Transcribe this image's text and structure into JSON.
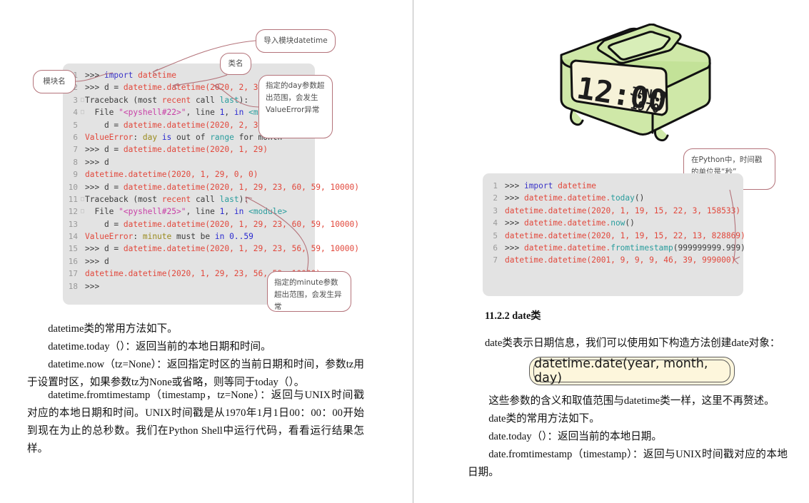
{
  "document": {
    "type": "textbook-page-spread",
    "divider_color": "#b9b9b9"
  },
  "left_page": {
    "code_block": {
      "name": "datetime-exception-shell-session",
      "background": "#e3e3e3",
      "lines": [
        {
          "n": "1",
          "mark": "",
          "tokens": [
            {
              "t": ">>> ",
              "c": "def"
            },
            {
              "t": "import",
              "c": "kw"
            },
            {
              "t": " ",
              "c": "def"
            },
            {
              "t": "datetime",
              "c": "name"
            }
          ]
        },
        {
          "n": "2",
          "mark": "",
          "tokens": [
            {
              "t": ">>> d = ",
              "c": "def"
            },
            {
              "t": "datetime.datetime(2020, 2, 30)",
              "c": "name"
            }
          ]
        },
        {
          "n": "3",
          "mark": "-",
          "tokens": [
            {
              "t": "Traceback (most ",
              "c": "def"
            },
            {
              "t": "recent",
              "c": "err"
            },
            {
              "t": " call ",
              "c": "def"
            },
            {
              "t": "last",
              "c": "blt"
            },
            {
              "t": "):",
              "c": "def"
            }
          ]
        },
        {
          "n": "4",
          "mark": "-",
          "tokens": [
            {
              "t": "  File ",
              "c": "def"
            },
            {
              "t": "\"<pyshell#22>\"",
              "c": "str"
            },
            {
              "t": ", line ",
              "c": "def"
            },
            {
              "t": "1",
              "c": "blue"
            },
            {
              "t": ", ",
              "c": "def"
            },
            {
              "t": "in",
              "c": "blue"
            },
            {
              "t": " ",
              "c": "def"
            },
            {
              "t": "<module>",
              "c": "blt"
            }
          ]
        },
        {
          "n": "5",
          "mark": "",
          "tokens": [
            {
              "t": "    d = ",
              "c": "def"
            },
            {
              "t": "datetime.datetime(2020, 2, 30)",
              "c": "name"
            }
          ]
        },
        {
          "n": "6",
          "mark": "",
          "tokens": [
            {
              "t": "ValueError",
              "c": "err"
            },
            {
              "t": ": ",
              "c": "def"
            },
            {
              "t": "day",
              "c": "var"
            },
            {
              "t": " ",
              "c": "def"
            },
            {
              "t": "is",
              "c": "blue"
            },
            {
              "t": " out of ",
              "c": "def"
            },
            {
              "t": "range",
              "c": "blt"
            },
            {
              "t": " for month",
              "c": "def"
            }
          ]
        },
        {
          "n": "7",
          "mark": "",
          "tokens": [
            {
              "t": ">>> d = ",
              "c": "def"
            },
            {
              "t": "datetime.datetime(2020, 1, 29)",
              "c": "name"
            }
          ]
        },
        {
          "n": "8",
          "mark": "",
          "tokens": [
            {
              "t": ">>> d",
              "c": "def"
            }
          ]
        },
        {
          "n": "9",
          "mark": "",
          "tokens": [
            {
              "t": "datetime.datetime(2020, 1, 29, 0, 0)",
              "c": "name"
            }
          ]
        },
        {
          "n": "10",
          "mark": "",
          "tokens": [
            {
              "t": ">>> d = ",
              "c": "def"
            },
            {
              "t": "datetime.datetime(2020, 1, 29, 23, 60, 59, 10000)",
              "c": "name"
            }
          ]
        },
        {
          "n": "11",
          "mark": "-",
          "tokens": [
            {
              "t": "Traceback (most ",
              "c": "def"
            },
            {
              "t": "recent",
              "c": "err"
            },
            {
              "t": " call ",
              "c": "def"
            },
            {
              "t": "last",
              "c": "blt"
            },
            {
              "t": "):",
              "c": "def"
            }
          ]
        },
        {
          "n": "12",
          "mark": "-",
          "tokens": [
            {
              "t": "  File ",
              "c": "def"
            },
            {
              "t": "\"<pyshell#25>\"",
              "c": "str"
            },
            {
              "t": ", line ",
              "c": "def"
            },
            {
              "t": "1",
              "c": "blue"
            },
            {
              "t": ", ",
              "c": "def"
            },
            {
              "t": "in",
              "c": "blue"
            },
            {
              "t": " ",
              "c": "def"
            },
            {
              "t": "<module>",
              "c": "blt"
            }
          ]
        },
        {
          "n": "13",
          "mark": "",
          "tokens": [
            {
              "t": "    d = ",
              "c": "def"
            },
            {
              "t": "datetime.datetime(2020, 1, 29, 23, 60, 59, 10000)",
              "c": "name"
            }
          ]
        },
        {
          "n": "14",
          "mark": "",
          "tokens": [
            {
              "t": "ValueError",
              "c": "err"
            },
            {
              "t": ": ",
              "c": "def"
            },
            {
              "t": "minute",
              "c": "var"
            },
            {
              "t": " must be ",
              "c": "def"
            },
            {
              "t": "in",
              "c": "blue"
            },
            {
              "t": " ",
              "c": "def"
            },
            {
              "t": "0..59",
              "c": "blue"
            }
          ]
        },
        {
          "n": "15",
          "mark": "",
          "tokens": [
            {
              "t": ">>> d = ",
              "c": "def"
            },
            {
              "t": "datetime.datetime(2020, 1, 29, 23, 56, 59, 10000)",
              "c": "name"
            }
          ]
        },
        {
          "n": "16",
          "mark": "",
          "tokens": [
            {
              "t": ">>> d",
              "c": "def"
            }
          ]
        },
        {
          "n": "17",
          "mark": "",
          "tokens": [
            {
              "t": "datetime.datetime(2020, 1, 29, 23, 56, 59, 10000)",
              "c": "name"
            }
          ]
        },
        {
          "n": "18",
          "mark": "",
          "tokens": [
            {
              "t": ">>>",
              "c": "def"
            }
          ]
        }
      ]
    },
    "callouts": {
      "module_name": "模块名",
      "import_module": "导入模块datetime",
      "class_name": "类名",
      "day_out_of_range": "指定的day参数超出范围，会发生ValueError异常",
      "minute_out_of_range": "指定的minute参数超出范围，会发生异常"
    },
    "paragraphs": [
      "datetime类的常用方法如下。",
      "datetime.today（）：返回当前的本地日期和时间。",
      "datetime.now（tz=None）：返回指定时区的当前日期和时间，参数tz用于设置时区，如果参数tz为None或省略，则等同于today（）。",
      "datetime.fromtimestamp（timestamp，tz=None）：返回与UNIX时间戳对应的本地日期和时间。UNIX时间戳是从1970年1月1日00：00：00开始到现在为止的总秒数。我们在Python Shell中运行代码，看看运行结果怎样。"
    ]
  },
  "right_page": {
    "clock_illustration": {
      "name": "digital-alarm-clock",
      "body_color": "#cfe8a8",
      "screen_color": "#f6f2d8",
      "time": "12:00",
      "date_line1": "JAN19",
      "date_line2": "1970"
    },
    "callouts": {
      "timestamp_unit": "在Python中，时间戳的单位是“秒”"
    },
    "code_block": {
      "name": "datetime-today-now-fromtimestamp-session",
      "background": "#e3e3e3",
      "lines": [
        {
          "n": "1",
          "mark": "",
          "tokens": [
            {
              "t": ">>> ",
              "c": "def"
            },
            {
              "t": "import",
              "c": "kw"
            },
            {
              "t": " ",
              "c": "def"
            },
            {
              "t": "datetime",
              "c": "name"
            }
          ]
        },
        {
          "n": "2",
          "mark": "",
          "tokens": [
            {
              "t": ">>> ",
              "c": "def"
            },
            {
              "t": "datetime.datetime.",
              "c": "name"
            },
            {
              "t": "today",
              "c": "blt"
            },
            {
              "t": "()",
              "c": "def"
            }
          ]
        },
        {
          "n": "3",
          "mark": "",
          "tokens": [
            {
              "t": "datetime.datetime(2020, 1, 19, 15, 22, 3, 158533)",
              "c": "name"
            }
          ]
        },
        {
          "n": "4",
          "mark": "",
          "tokens": [
            {
              "t": ">>> ",
              "c": "def"
            },
            {
              "t": "datetime.datetime.",
              "c": "name"
            },
            {
              "t": "now",
              "c": "blt"
            },
            {
              "t": "()",
              "c": "def"
            }
          ]
        },
        {
          "n": "5",
          "mark": "",
          "tokens": [
            {
              "t": "datetime.datetime(2020, 1, 19, 15, 22, 13, 828869)",
              "c": "name"
            }
          ]
        },
        {
          "n": "6",
          "mark": "",
          "tokens": [
            {
              "t": ">>> ",
              "c": "def"
            },
            {
              "t": "datetime.datetime.",
              "c": "name"
            },
            {
              "t": "fromtimestamp",
              "c": "blt"
            },
            {
              "t": "(999999999.999)",
              "c": "def"
            }
          ]
        },
        {
          "n": "7",
          "mark": "",
          "tokens": [
            {
              "t": "datetime.datetime(2001, 9, 9, 9, 46, 39, 999000)",
              "c": "name"
            }
          ]
        }
      ]
    },
    "heading": "11.2.2 date类",
    "intro_paragraph": "date类表示日期信息，我们可以使用如下构造方法创建date对象：",
    "formula_box": {
      "text": "datetime.date(year, month, day)",
      "fill": "#fdf6dc",
      "border": "#5b5b5b"
    },
    "paragraphs": [
      "这些参数的含义和取值范围与datetime类一样，这里不再赘述。",
      "date类的常用方法如下。",
      "date.today（）：返回当前的本地日期。",
      "date.fromtimestamp（timestamp）：返回与UNIX时间戳对应的本地日期。"
    ]
  }
}
